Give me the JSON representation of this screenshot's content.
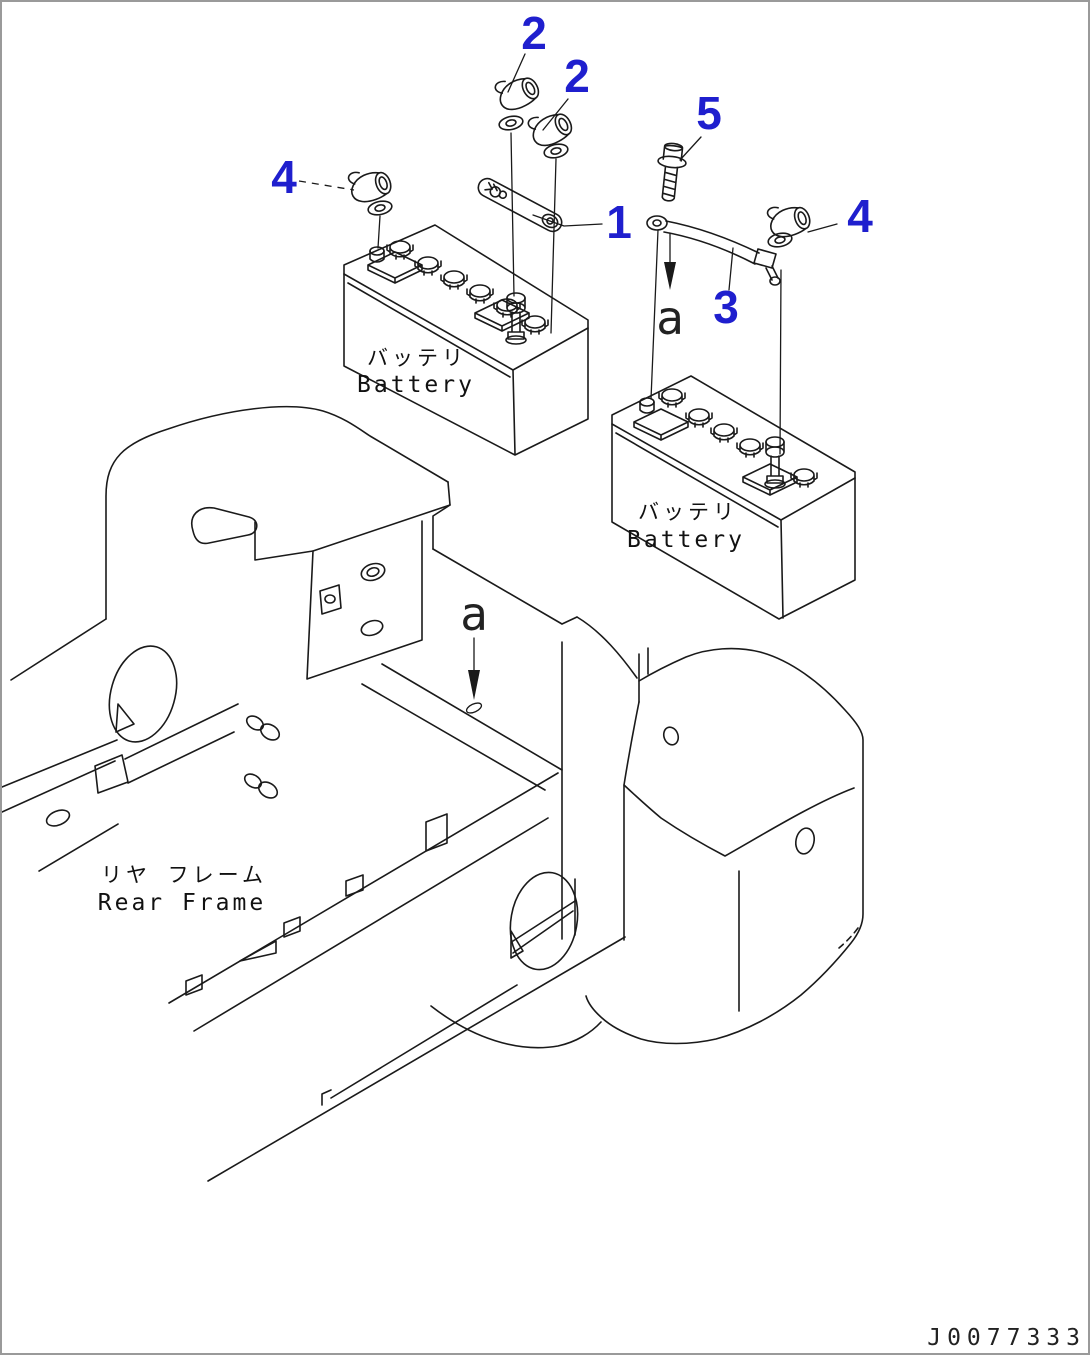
{
  "drawing_number": "J0077333",
  "callouts": [
    {
      "key": "2-upper",
      "label": "2"
    },
    {
      "key": "2-lower",
      "label": "2"
    },
    {
      "key": "5",
      "label": "5"
    },
    {
      "key": "4-left",
      "label": "4"
    },
    {
      "key": "1",
      "label": "1"
    },
    {
      "key": "3",
      "label": "3"
    },
    {
      "key": "4-right",
      "label": "4"
    }
  ],
  "view_markers": {
    "upper": "a",
    "lower": "a"
  },
  "component_labels": {
    "battery_upper": {
      "jp": "バッテリ",
      "en": "Battery"
    },
    "battery_lower": {
      "jp": "バッテリ",
      "en": "Battery"
    },
    "rear_frame": {
      "jp": "リヤ フレーム",
      "en": "Rear Frame"
    }
  },
  "colors": {
    "callout": "#1f1fce",
    "line": "#1a1a1a",
    "background": "#ffffff",
    "page_border": "#9a9a9a"
  }
}
